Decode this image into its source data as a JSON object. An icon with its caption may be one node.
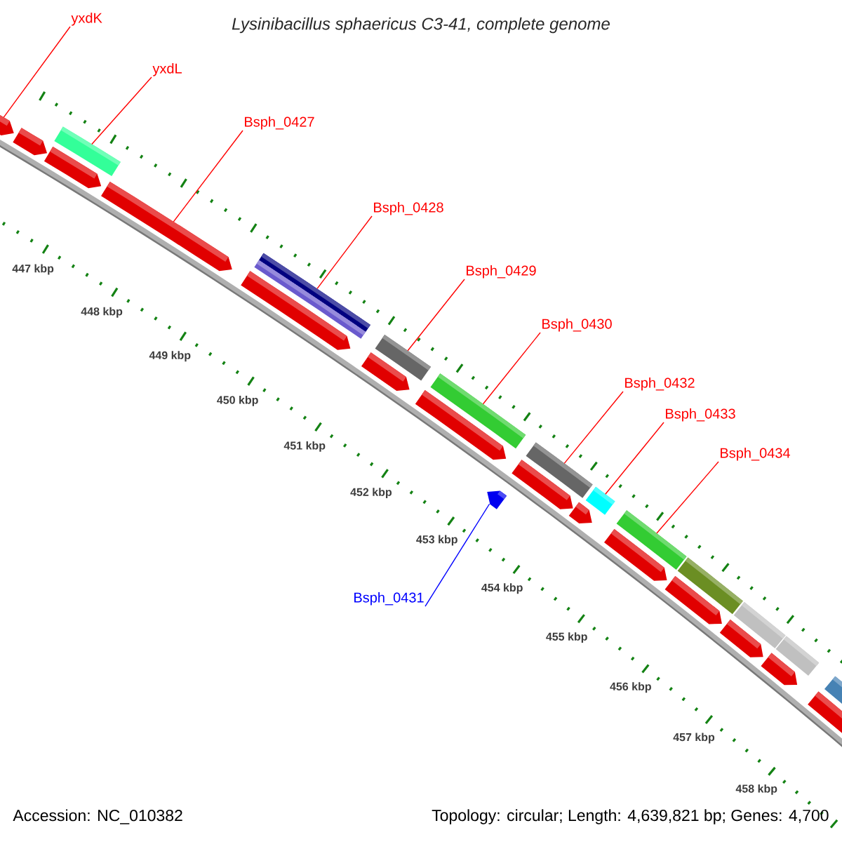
{
  "diagram": {
    "title": "Lysinibacillus sphaericus C3-41, complete genome",
    "nodes": [
      {
        "text": [
          "yxdK"
        ]
      },
      {
        "text": [
          "yxdL"
        ]
      },
      {
        "text": [
          "Bsph_0427"
        ]
      },
      {
        "text": [
          "Bsph_0428"
        ]
      },
      {
        "text": [
          "Bsph_0429"
        ]
      },
      {
        "text": [
          "Bsph_0430"
        ]
      },
      {
        "text": [
          "Bsph_0432"
        ]
      },
      {
        "text": [
          "Bsph_0433"
        ]
      },
      {
        "text": [
          "Bsph_0434"
        ]
      },
      {
        "text": [
          "Bsph_0431"
        ]
      },
      {
        "text": [],
        "shape": "pentagon"
      },
      {
        "text": [],
        "shape": "pentagon"
      },
      {
        "text": [],
        "shape": "pentagon"
      },
      {
        "text": [],
        "shape": "bar"
      },
      {
        "text": [],
        "shape": "pentagon"
      },
      {
        "text": [],
        "shape": "pentagon"
      },
      {
        "text": [],
        "shape": "bar"
      },
      {
        "text": [],
        "shape": "bar"
      },
      {
        "text": [],
        "shape": "pentagon"
      },
      {
        "text": [],
        "shape": "bar"
      },
      {
        "text": [],
        "shape": "pentagon"
      },
      {
        "text": [],
        "shape": "bar"
      },
      {
        "text": [],
        "shape": "pentagon"
      },
      {
        "text": [],
        "shape": "pentagon"
      },
      {
        "text": [],
        "shape": "bar"
      },
      {
        "text": [],
        "shape": "pentagon"
      },
      {
        "text": [],
        "shape": "bar"
      },
      {
        "text": [],
        "shape": "pentagon"
      },
      {
        "text": [],
        "shape": "bar"
      },
      {
        "text": [],
        "shape": "pentagon"
      },
      {
        "text": [],
        "shape": "bar"
      },
      {
        "text": [],
        "shape": "pentagon"
      },
      {
        "text": [],
        "shape": "bar"
      },
      {
        "text": [],
        "shape": "pentagon"
      },
      {
        "text": [],
        "shape": "bar"
      },
      {
        "text": [],
        "shape": "pentagon"
      },
      {
        "text": [],
        "shape": "bar"
      }
    ],
    "edges": [
      {
        "from": 0,
        "to": 10,
        "arrow": "none"
      },
      {
        "from": 1,
        "to": 13,
        "arrow": "none"
      },
      {
        "from": 2,
        "to": 14,
        "arrow": "none"
      },
      {
        "from": 3,
        "to": 16,
        "arrow": "none"
      },
      {
        "from": 4,
        "to": 19,
        "arrow": "none"
      },
      {
        "from": 5,
        "to": 21,
        "arrow": "none"
      },
      {
        "from": 6,
        "to": 24,
        "arrow": "none"
      },
      {
        "from": 7,
        "to": 26,
        "arrow": "none"
      },
      {
        "from": 8,
        "to": 28,
        "arrow": "none"
      },
      {
        "from": 9,
        "to": 22,
        "arrow": "none",
        "color": "#0000ff"
      }
    ],
    "labels": [
      "447 kbp",
      "448 kbp",
      "449 kbp",
      "450 kbp",
      "451 kbp",
      "452 kbp",
      "453 kbp",
      "454 kbp",
      "455 kbp",
      "456 kbp",
      "457 kbp",
      "458 kbp",
      "Accession: NC_010382",
      "Topology: circular; Length: 4,639,821 bp; Genes: 4,700"
    ]
  }
}
